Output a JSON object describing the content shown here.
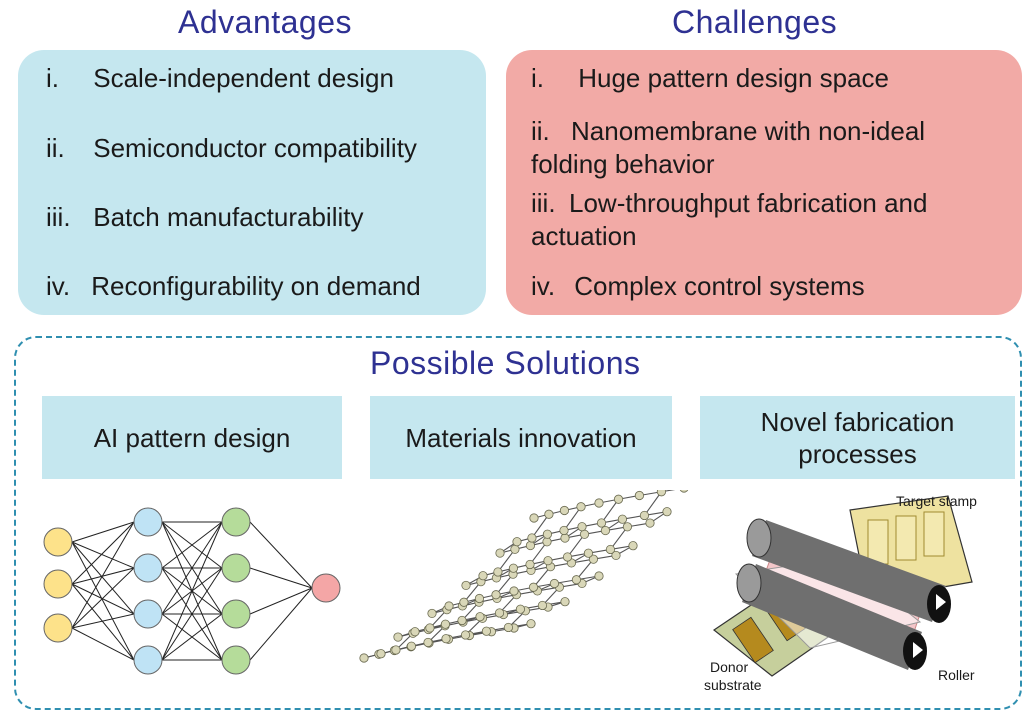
{
  "advantages": {
    "title": "Advantages",
    "items": [
      {
        "num": "i.",
        "text": "Scale-independent design"
      },
      {
        "num": "ii.",
        "text": "Semiconductor compatibility"
      },
      {
        "num": "iii.",
        "text": "Batch manufacturability"
      },
      {
        "num": "iv.",
        "text": "Reconfigurability on demand"
      }
    ],
    "color": "#c5e7ef"
  },
  "challenges": {
    "title": "Challenges",
    "items": [
      {
        "num": "i.",
        "text": "Huge pattern design space"
      },
      {
        "num": "ii.",
        "line1": "Nanomembrane with non-ideal",
        "line2": "folding behavior"
      },
      {
        "num": "iii.",
        "line1": "Low-throughput fabrication and",
        "line2": "actuation"
      },
      {
        "num": "iv.",
        "text": "Complex control systems"
      }
    ],
    "color": "#f2aaa6"
  },
  "solutions": {
    "title": "Possible Solutions",
    "boxes": [
      {
        "label": "AI pattern design"
      },
      {
        "label": "Materials innovation"
      },
      {
        "line1": "Novel fabrication",
        "line2": "processes"
      }
    ],
    "labels": {
      "target_stamp": "Target stamp",
      "donor_line1": "Donor",
      "donor_line2": "substrate",
      "roller": "Roller"
    }
  },
  "colors": {
    "heading": "#2e3192",
    "border": "#2f8fb0",
    "node_input": "#fde28a",
    "node_hidden1": "#bfe3f5",
    "node_hidden2": "#b5dc9a",
    "node_output": "#f4a6a6"
  },
  "icons": [
    "neural-network-icon",
    "graphene-lattice-icon",
    "roll-to-roll-transfer-icon"
  ]
}
